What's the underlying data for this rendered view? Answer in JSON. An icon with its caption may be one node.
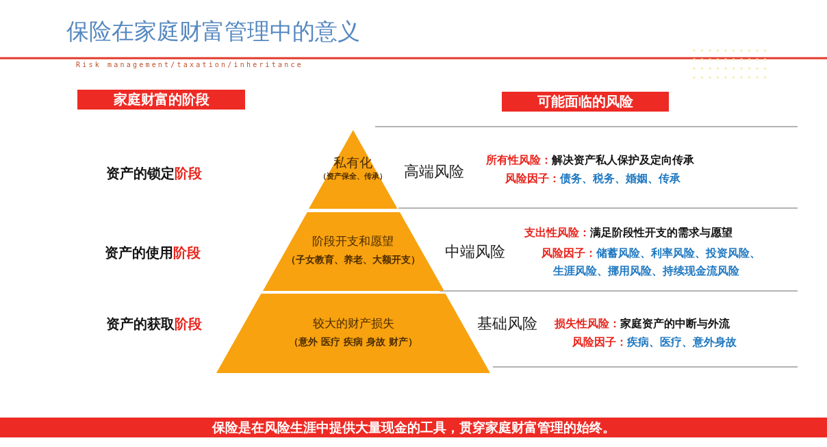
{
  "diagram": {
    "title": "保险在家庭财富管理中的意义",
    "nodes": [
      {
        "text": [
          "家庭财富的阶段"
        ]
      },
      {
        "text": [
          "可能面临的风险"
        ]
      },
      {
        "text": [
          "私有化",
          "（资产保全、传承）"
        ]
      },
      {
        "text": [
          "阶段开支和愿望",
          "（子女教育、养老、大额开支）"
        ]
      },
      {
        "text": [
          "较大的财产损失",
          "（意外 医疗 疾病 身故 财产）"
        ]
      },
      {
        "text": [
          "保险是在风险生涯中提供大量现金的工具，贯穿家庭财富管理的始终。"
        ]
      }
    ],
    "labels": [
      "Risk management/taxation/inheritance",
      "**所有性风险：**解决资产私人保护及定向传承",
      "资产的锁定**阶段**",
      "高端风险",
      "**风险因子：**债务、税务、婚姻、传承",
      "**支出性风险：**满足阶段性开支的需求与愿望",
      "资产的使用**阶段**",
      "中端风险",
      "**风险因子：**储蓄风险、利率风险、投资风险、生涯风险、挪用风险、持续现金流风险",
      "资产的获取**阶段**",
      "基础风险",
      "**损失性风险：**家庭资产的中断与外流",
      "**风险因子：**疾病、医疗、意外身故"
    ]
  }
}
